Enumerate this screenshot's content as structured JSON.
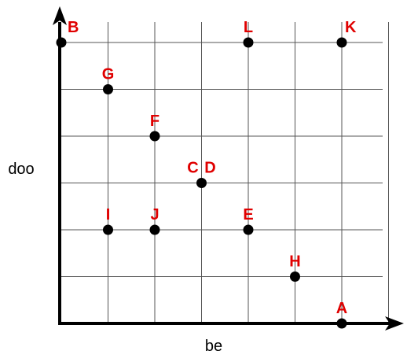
{
  "chart_data": {
    "type": "scatter",
    "xlabel": "be",
    "ylabel": "doo",
    "xlim": [
      0,
      7
    ],
    "ylim": [
      0,
      6
    ],
    "grid": true,
    "points": [
      {
        "label": "A",
        "x": 6,
        "y": 0
      },
      {
        "label": "B",
        "x": 0,
        "y": 6
      },
      {
        "label": "C",
        "x": 3,
        "y": 3
      },
      {
        "label": "D",
        "x": 3,
        "y": 3
      },
      {
        "label": "E",
        "x": 4,
        "y": 2
      },
      {
        "label": "F",
        "x": 2,
        "y": 4
      },
      {
        "label": "G",
        "x": 1,
        "y": 5
      },
      {
        "label": "H",
        "x": 5,
        "y": 1
      },
      {
        "label": "I",
        "x": 1,
        "y": 2
      },
      {
        "label": "J",
        "x": 2,
        "y": 2
      },
      {
        "label": "K",
        "x": 6,
        "y": 6
      },
      {
        "label": "L",
        "x": 4,
        "y": 6
      }
    ],
    "colors": {
      "points": "#000000",
      "labels": "#e00000",
      "grid": "#555555",
      "axes": "#000000"
    }
  }
}
